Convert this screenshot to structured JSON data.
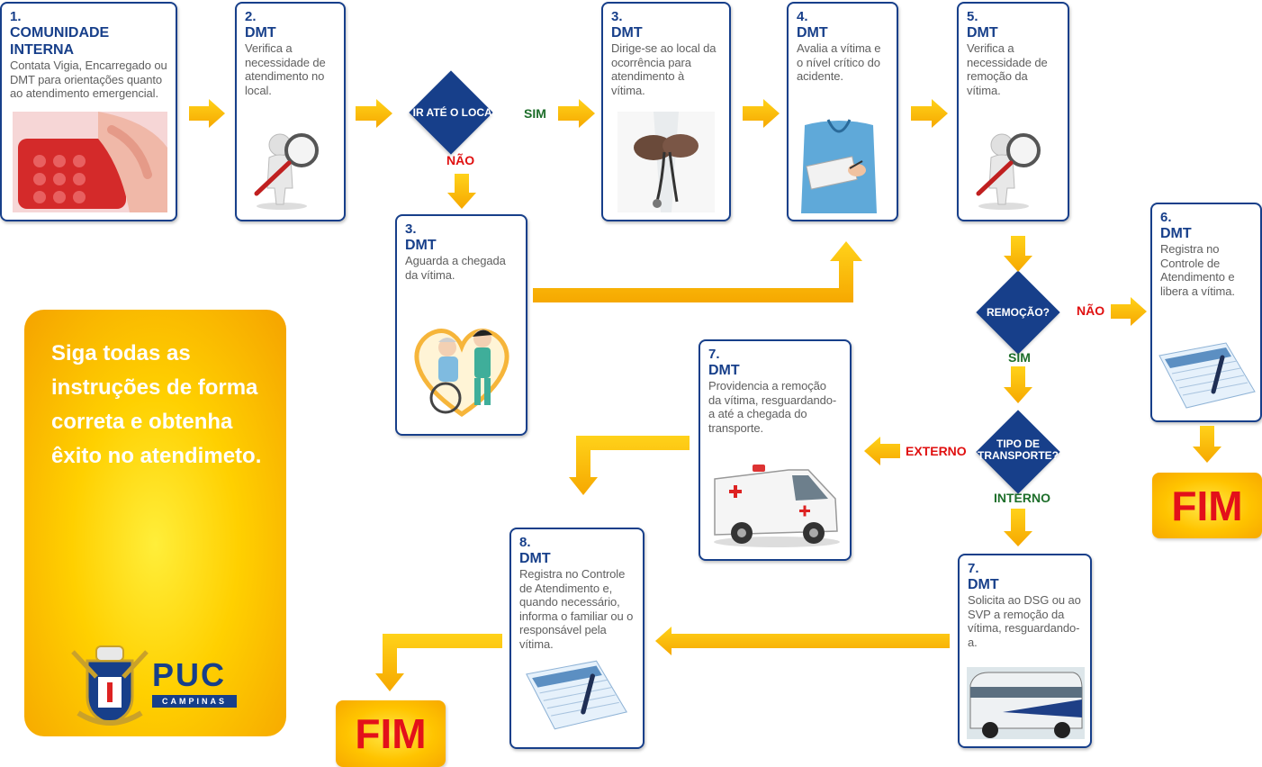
{
  "steps": {
    "s1": {
      "num": "1.",
      "role": "COMUNIDADE INTERNA",
      "desc": "Contata Vigia, Encarregado ou DMT para orientações quanto ao atendimento emergencial."
    },
    "s2": {
      "num": "2.",
      "role": "DMT",
      "desc": "Verifica a necessidade de atendimento no local."
    },
    "s3a": {
      "num": "3.",
      "role": "DMT",
      "desc": "Dirige-se ao local da ocorrência para atendimento à vítima."
    },
    "s3b": {
      "num": "3.",
      "role": "DMT",
      "desc": "Aguarda a chegada da vítima."
    },
    "s4": {
      "num": "4.",
      "role": "DMT",
      "desc": "Avalia a vítima e o nível crítico do acidente."
    },
    "s5": {
      "num": "5.",
      "role": "DMT",
      "desc": "Verifica a necessidade de remoção da vítima."
    },
    "s6": {
      "num": "6.",
      "role": "DMT",
      "desc": "Registra no Controle de Atendimento e libera a vítima."
    },
    "s7a": {
      "num": "7.",
      "role": "DMT",
      "desc": "Providencia a remoção da vítima, resguardando-a até a chegada do transporte."
    },
    "s7b": {
      "num": "7.",
      "role": "DMT",
      "desc": "Solicita ao DSG ou ao SVP a remoção da vítima, resguardando-a."
    },
    "s8": {
      "num": "8.",
      "role": "DMT",
      "desc": "Registra no Controle de Atendimento e, quando necessário, informa o familiar ou o responsável pela vítima."
    }
  },
  "decisions": {
    "d1": {
      "text": "IR ATÉ O LOCAL?",
      "yes": "SIM",
      "no": "NÃO"
    },
    "d2": {
      "text": "REMOÇÃO?",
      "yes": "SIM",
      "no": "NÃO"
    },
    "d3": {
      "text": "TIPO DE TRANSPORTE?",
      "external": "EXTERNO",
      "internal": "INTERNO"
    }
  },
  "end_label": "FIM",
  "notice": "Siga todas as instruções de forma correta e obtenha êxito no atendimeto.",
  "logo": {
    "name": "PUC",
    "sub": "CAMPINAS"
  },
  "colors": {
    "blue": "#173f8a",
    "yellow": "#ffcc00",
    "red": "#e01010",
    "green": "#1d6e2a"
  }
}
